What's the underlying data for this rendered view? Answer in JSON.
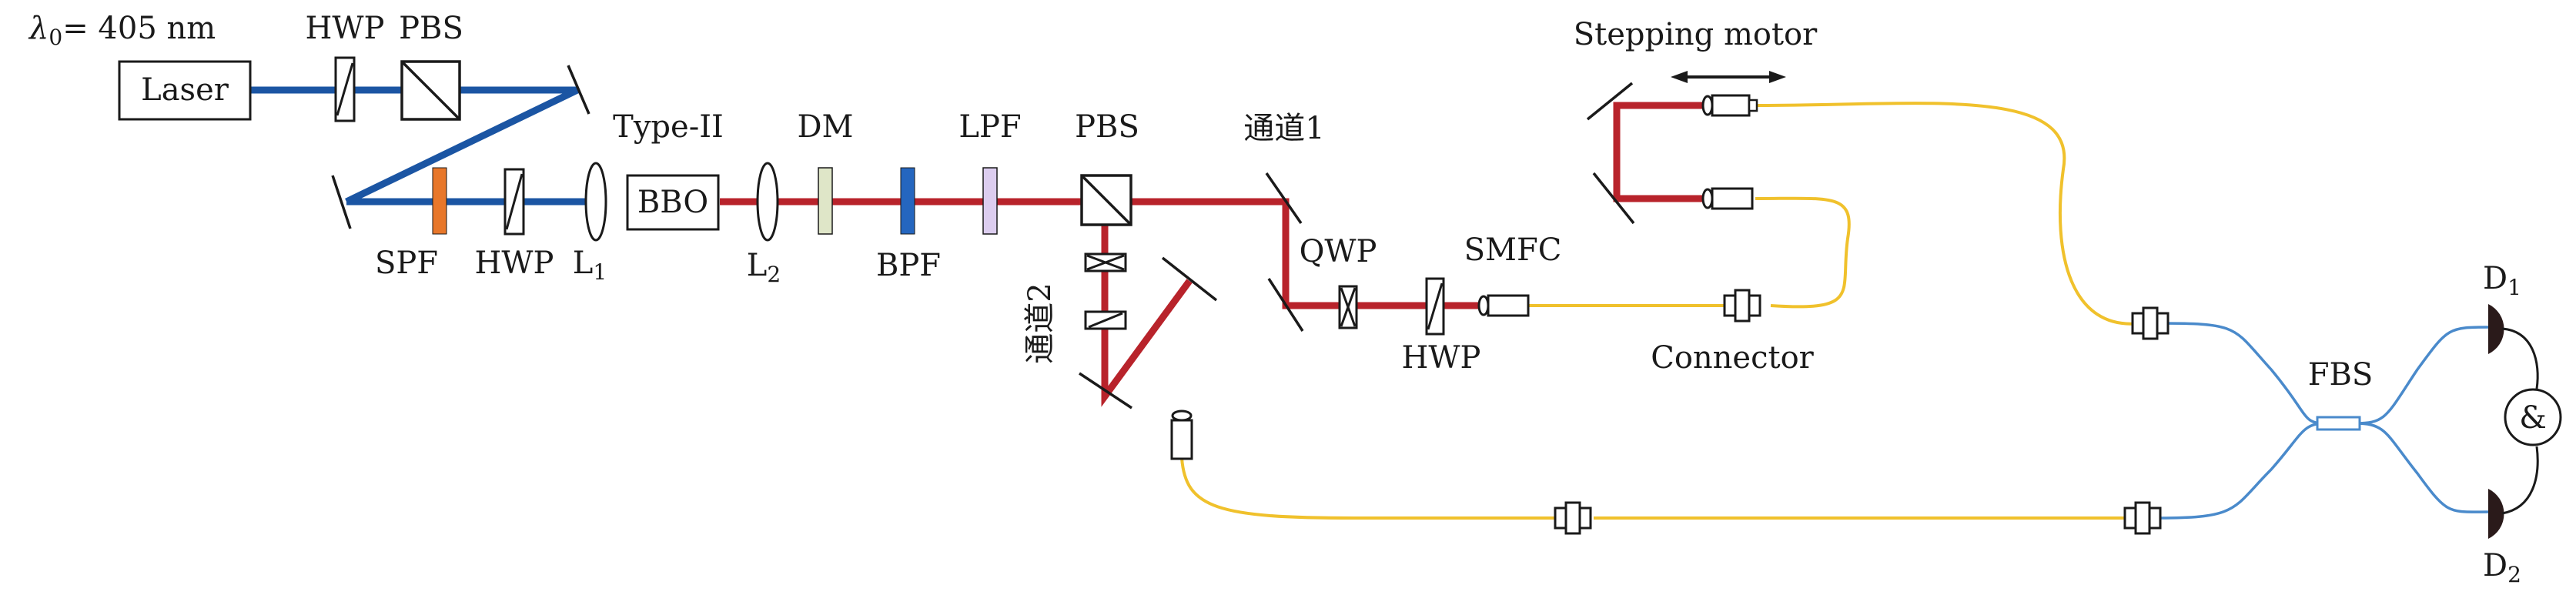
{
  "labels": {
    "lambda_symbol": "λ",
    "lambda_sub": "0",
    "lambda_value": "= 405 nm",
    "hwp_top": "HWP",
    "pbs_top": "PBS",
    "laser": "Laser",
    "type_ii": "Type-II",
    "bbo": "BBO",
    "dm": "DM",
    "lpf": "LPF",
    "pbs_mid": "PBS",
    "spf": "SPF",
    "hwp_low": "HWP",
    "l1": "L",
    "l1_sub": "1",
    "l2": "L",
    "l2_sub": "2",
    "bpf": "BPF",
    "channel1": "通道1",
    "channel2": "通道2",
    "qwp": "QWP",
    "smfc": "SMFC",
    "hwp_ch1": "HWP",
    "connector": "Connector",
    "stepping_motor": "Stepping motor",
    "fbs": "FBS",
    "d1": "D",
    "d1_sub": "1",
    "d2": "D",
    "d2_sub": "2",
    "coincidence": "&"
  },
  "colors": {
    "pump_beam": "#1b55a3",
    "signal_beam": "#b8232b",
    "fiber_yellow": "#f0c12c",
    "fiber_blue": "#4a8acb",
    "spf_filter": "#e8772a",
    "dm_mirror": "#dfe6c8",
    "bpf_filter": "#2566bf",
    "lpf_filter": "#dccdef",
    "detector": "#2a1a1a"
  }
}
